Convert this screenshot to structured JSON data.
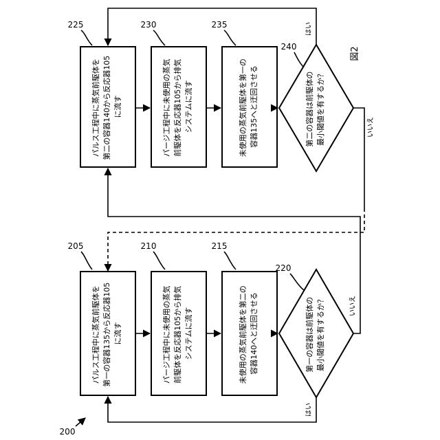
{
  "figure": {
    "label": "図2",
    "ref": "200"
  },
  "top_flow": {
    "box1": {
      "ref": "225",
      "lines": [
        "パルス工程中に蒸気前駆体を",
        "第二の容器140から反応器105",
        "に流す"
      ]
    },
    "box2": {
      "ref": "230",
      "lines": [
        "パージ工程中に未使用の蒸気",
        "前駆体を反応器105から排気",
        "システムに流す"
      ]
    },
    "box3": {
      "ref": "235",
      "lines": [
        "未使用の蒸気前駆体を第一の",
        "容器135へと迂回させる"
      ]
    },
    "decision": {
      "ref": "240",
      "lines": [
        "第二の容器は前駆体の",
        "最小閾値を有するか？"
      ],
      "yes_label": "はい",
      "no_label": "いいえ"
    }
  },
  "bottom_flow": {
    "box1": {
      "ref": "205",
      "lines": [
        "パルス工程中に蒸気前駆体を",
        "第一の容器135から反応器105",
        "に流す"
      ]
    },
    "box2": {
      "ref": "210",
      "lines": [
        "パージ工程中に未使用の蒸気",
        "前駆体を反応器105から排気",
        "システムに流す"
      ]
    },
    "box3": {
      "ref": "215",
      "lines": [
        "未使用の蒸気前駆体を第二の",
        "容器140へと迂回させる"
      ]
    },
    "decision": {
      "ref": "220",
      "lines": [
        "第一の容器は前駆体の",
        "最小閾値を有するか？"
      ],
      "yes_label": "はい",
      "no_label": "いいえ"
    }
  }
}
